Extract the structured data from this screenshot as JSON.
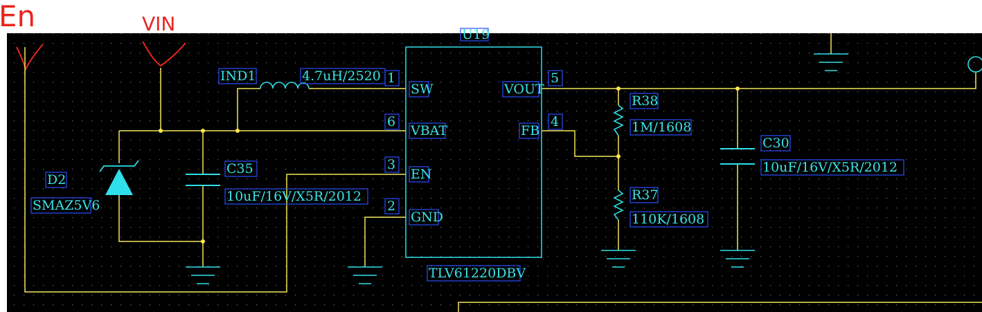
{
  "annotations": {
    "en_label": "En",
    "vin_label": "VIN"
  },
  "ic": {
    "ref": "U19",
    "part": "TLV61220DBV",
    "pins": [
      {
        "num": "1",
        "name": "SW"
      },
      {
        "num": "6",
        "name": "VBAT"
      },
      {
        "num": "3",
        "name": "EN"
      },
      {
        "num": "2",
        "name": "GND"
      },
      {
        "num": "5",
        "name": "VOUT"
      },
      {
        "num": "4",
        "name": "FB"
      }
    ]
  },
  "components": {
    "inductor": {
      "ref": "IND1",
      "value": "4.7uH/2520"
    },
    "diode": {
      "ref": "D2",
      "value": "SMAZ5V6"
    },
    "c35": {
      "ref": "C35",
      "value": "10uF/16V/X5R/2012"
    },
    "r38": {
      "ref": "R38",
      "value": "1M/1608"
    },
    "r37": {
      "ref": "R37",
      "value": "110K/1608"
    },
    "c30": {
      "ref": "C30",
      "value": "10uF/16V/X5R/2012"
    }
  },
  "colors": {
    "background": "#000000",
    "wire": "#f2e85a",
    "component": "#2fe0ea",
    "label_box": "#2b4cff",
    "junction": "#ffe94a",
    "annotation": "#e8261e"
  }
}
